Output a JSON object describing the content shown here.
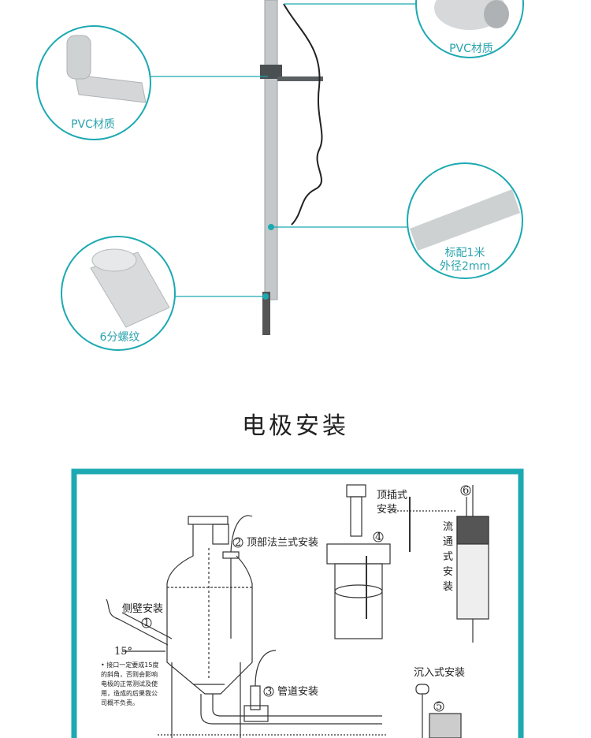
{
  "product_callouts": {
    "top_right": "PVC材质",
    "left_bracket": "PVC材质",
    "right_pipe_line1": "标配1米",
    "right_pipe_line2": "外径2mm",
    "bottom_thread": "6分螺纹"
  },
  "section_title": "电极安装",
  "diagram": {
    "side_wall": "侧壁安装",
    "angle": "15°",
    "n1": "1",
    "top_flange": "顶部法兰式安装",
    "n2": "2",
    "pipeline": "管道安装",
    "n3": "3",
    "top_insert_1": "顶插式",
    "top_insert_2": "安装",
    "n4": "4",
    "submerged": "沉入式安装",
    "n5": "5",
    "flow_through": [
      "流",
      "通",
      "式",
      "安",
      "装"
    ],
    "n6": "6",
    "note_lines": [
      "• 接口一定要成15度",
      "的斜角，否则会影响",
      "电极的正常测试及使",
      "用，造成的后果我公",
      "司概不负责。"
    ]
  },
  "colors": {
    "accent": "#1ca9b1",
    "pipe": "#c9ccce"
  }
}
